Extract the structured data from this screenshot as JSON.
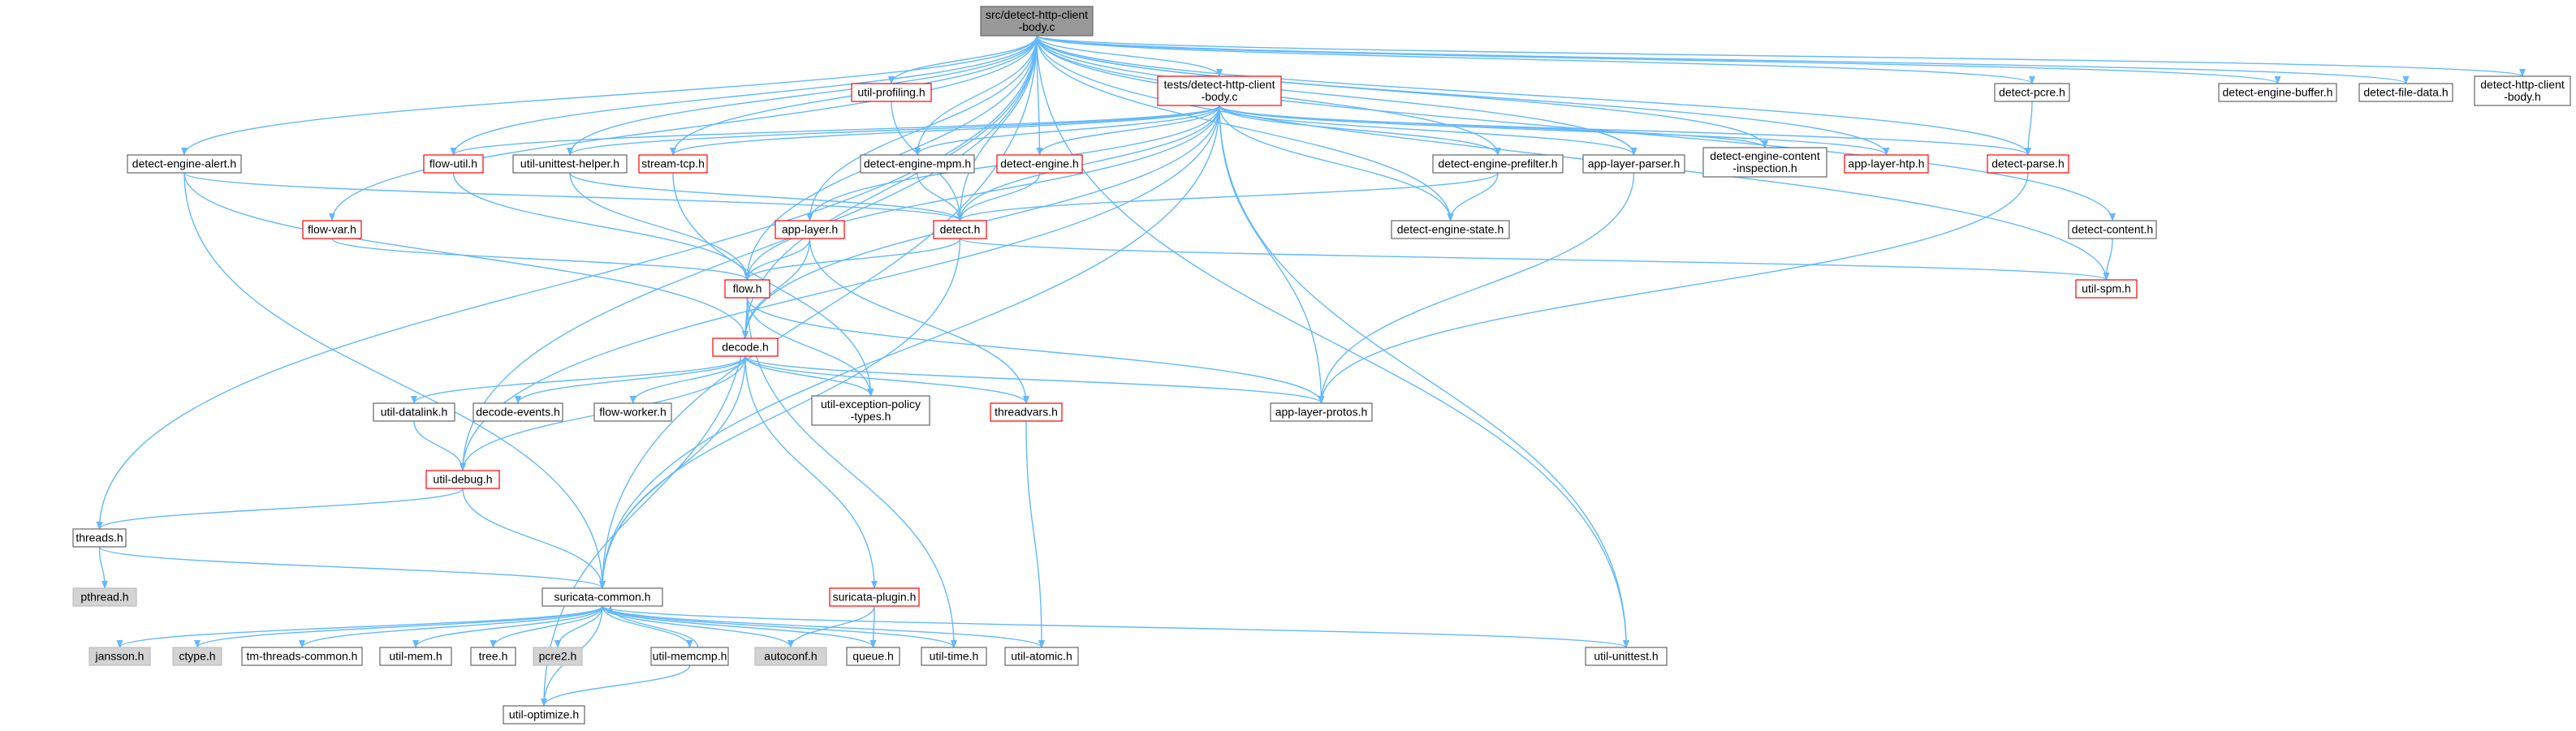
{
  "graph": {
    "nodes": [
      {
        "id": "root",
        "lines": [
          "src/detect-http-client",
          "-body.c"
        ],
        "style": "root"
      },
      {
        "id": "util-profiling",
        "lines": [
          "util-profiling.h"
        ],
        "style": "red"
      },
      {
        "id": "tests-body",
        "lines": [
          "tests/detect-http-client",
          "-body.c"
        ],
        "style": "red"
      },
      {
        "id": "detect-pcre",
        "lines": [
          "detect-pcre.h"
        ],
        "style": "normal"
      },
      {
        "id": "detect-engine-buffer",
        "lines": [
          "detect-engine-buffer.h"
        ],
        "style": "normal"
      },
      {
        "id": "detect-file-data",
        "lines": [
          "detect-file-data.h"
        ],
        "style": "normal"
      },
      {
        "id": "detect-http-client-body-h",
        "lines": [
          "detect-http-client",
          "-body.h"
        ],
        "style": "normal"
      },
      {
        "id": "detect-engine-alert",
        "lines": [
          "detect-engine-alert.h"
        ],
        "style": "normal"
      },
      {
        "id": "flow-util",
        "lines": [
          "flow-util.h"
        ],
        "style": "red"
      },
      {
        "id": "util-unittest-helper",
        "lines": [
          "util-unittest-helper.h"
        ],
        "style": "normal"
      },
      {
        "id": "stream-tcp",
        "lines": [
          "stream-tcp.h"
        ],
        "style": "red"
      },
      {
        "id": "detect-engine-mpm",
        "lines": [
          "detect-engine-mpm.h"
        ],
        "style": "normal"
      },
      {
        "id": "detect-engine",
        "lines": [
          "detect-engine.h"
        ],
        "style": "red"
      },
      {
        "id": "detect-engine-prefilter",
        "lines": [
          "detect-engine-prefilter.h"
        ],
        "style": "normal"
      },
      {
        "id": "app-layer-parser",
        "lines": [
          "app-layer-parser.h"
        ],
        "style": "normal"
      },
      {
        "id": "detect-engine-content-inspection",
        "lines": [
          "detect-engine-content",
          "-inspection.h"
        ],
        "style": "normal"
      },
      {
        "id": "app-layer-htp",
        "lines": [
          "app-layer-htp.h"
        ],
        "style": "red"
      },
      {
        "id": "detect-parse",
        "lines": [
          "detect-parse.h"
        ],
        "style": "red"
      },
      {
        "id": "flow-var",
        "lines": [
          "flow-var.h"
        ],
        "style": "red"
      },
      {
        "id": "app-layer",
        "lines": [
          "app-layer.h"
        ],
        "style": "red"
      },
      {
        "id": "detect",
        "lines": [
          "detect.h"
        ],
        "style": "red"
      },
      {
        "id": "detect-engine-state",
        "lines": [
          "detect-engine-state.h"
        ],
        "style": "normal"
      },
      {
        "id": "detect-content",
        "lines": [
          "detect-content.h"
        ],
        "style": "normal"
      },
      {
        "id": "flow",
        "lines": [
          "flow.h"
        ],
        "style": "red"
      },
      {
        "id": "util-spm",
        "lines": [
          "util-spm.h"
        ],
        "style": "red"
      },
      {
        "id": "decode",
        "lines": [
          "decode.h"
        ],
        "style": "red"
      },
      {
        "id": "util-datalink",
        "lines": [
          "util-datalink.h"
        ],
        "style": "normal"
      },
      {
        "id": "decode-events",
        "lines": [
          "decode-events.h"
        ],
        "style": "normal"
      },
      {
        "id": "flow-worker",
        "lines": [
          "flow-worker.h"
        ],
        "style": "normal"
      },
      {
        "id": "util-exception-policy-types",
        "lines": [
          "util-exception-policy",
          "-types.h"
        ],
        "style": "normal"
      },
      {
        "id": "threadvars",
        "lines": [
          "threadvars.h"
        ],
        "style": "red"
      },
      {
        "id": "app-layer-protos",
        "lines": [
          "app-layer-protos.h"
        ],
        "style": "normal"
      },
      {
        "id": "util-debug",
        "lines": [
          "util-debug.h"
        ],
        "style": "red"
      },
      {
        "id": "threads",
        "lines": [
          "threads.h"
        ],
        "style": "normal"
      },
      {
        "id": "pthread",
        "lines": [
          "pthread.h"
        ],
        "style": "gray"
      },
      {
        "id": "suricata-plugin",
        "lines": [
          "suricata-plugin.h"
        ],
        "style": "red"
      },
      {
        "id": "suricata-common",
        "lines": [
          "suricata-common.h"
        ],
        "style": "normal"
      },
      {
        "id": "jansson",
        "lines": [
          "jansson.h"
        ],
        "style": "gray"
      },
      {
        "id": "ctype",
        "lines": [
          "ctype.h"
        ],
        "style": "gray"
      },
      {
        "id": "tm-threads-common",
        "lines": [
          "tm-threads-common.h"
        ],
        "style": "normal"
      },
      {
        "id": "util-mem",
        "lines": [
          "util-mem.h"
        ],
        "style": "normal"
      },
      {
        "id": "tree",
        "lines": [
          "tree.h"
        ],
        "style": "normal"
      },
      {
        "id": "pcre2",
        "lines": [
          "pcre2.h"
        ],
        "style": "gray"
      },
      {
        "id": "util-memcmp",
        "lines": [
          "util-memcmp.h"
        ],
        "style": "normal"
      },
      {
        "id": "autoconf",
        "lines": [
          "autoconf.h"
        ],
        "style": "gray"
      },
      {
        "id": "queue",
        "lines": [
          "queue.h"
        ],
        "style": "normal"
      },
      {
        "id": "util-time",
        "lines": [
          "util-time.h"
        ],
        "style": "normal"
      },
      {
        "id": "util-atomic",
        "lines": [
          "util-atomic.h"
        ],
        "style": "normal"
      },
      {
        "id": "util-unittest",
        "lines": [
          "util-unittest.h"
        ],
        "style": "normal"
      },
      {
        "id": "util-optimize",
        "lines": [
          "util-optimize.h"
        ],
        "style": "normal"
      }
    ],
    "edges": [
      [
        "root",
        "util-profiling"
      ],
      [
        "root",
        "tests-body"
      ],
      [
        "root",
        "detect-pcre"
      ],
      [
        "root",
        "detect-engine-buffer"
      ],
      [
        "root",
        "detect-file-data"
      ],
      [
        "root",
        "detect-http-client-body-h"
      ],
      [
        "root",
        "detect-engine-alert"
      ],
      [
        "root",
        "flow-util"
      ],
      [
        "root",
        "util-unittest-helper"
      ],
      [
        "root",
        "stream-tcp"
      ],
      [
        "root",
        "detect-engine-mpm"
      ],
      [
        "root",
        "detect-engine"
      ],
      [
        "root",
        "detect-engine-prefilter"
      ],
      [
        "root",
        "app-layer-parser"
      ],
      [
        "root",
        "detect-engine-content-inspection"
      ],
      [
        "root",
        "app-layer-htp"
      ],
      [
        "root",
        "detect-parse"
      ],
      [
        "root",
        "flow-var"
      ],
      [
        "root",
        "app-layer"
      ],
      [
        "root",
        "detect"
      ],
      [
        "root",
        "detect-engine-state"
      ],
      [
        "root",
        "detect-content"
      ],
      [
        "root",
        "flow"
      ],
      [
        "root",
        "util-spm"
      ],
      [
        "root",
        "decode"
      ],
      [
        "root",
        "util-debug"
      ],
      [
        "root",
        "threads"
      ],
      [
        "root",
        "suricata-common"
      ],
      [
        "root",
        "util-unittest"
      ],
      [
        "tests-body",
        "flow-util"
      ],
      [
        "tests-body",
        "util-unittest-helper"
      ],
      [
        "tests-body",
        "stream-tcp"
      ],
      [
        "tests-body",
        "detect-engine-mpm"
      ],
      [
        "tests-body",
        "detect-engine"
      ],
      [
        "tests-body",
        "detect-engine-prefilter"
      ],
      [
        "tests-body",
        "app-layer-parser"
      ],
      [
        "tests-body",
        "detect-engine-content-inspection"
      ],
      [
        "tests-body",
        "app-layer-htp"
      ],
      [
        "tests-body",
        "detect-parse"
      ],
      [
        "tests-body",
        "app-layer"
      ],
      [
        "tests-body",
        "detect"
      ],
      [
        "tests-body",
        "detect-engine-state"
      ],
      [
        "tests-body",
        "flow"
      ],
      [
        "tests-body",
        "decode"
      ],
      [
        "tests-body",
        "app-layer-protos"
      ],
      [
        "tests-body",
        "util-debug"
      ],
      [
        "tests-body",
        "suricata-common"
      ],
      [
        "tests-body",
        "util-unittest"
      ],
      [
        "util-profiling",
        "detect"
      ],
      [
        "detect-pcre",
        "detect-parse"
      ],
      [
        "detect-engine-alert",
        "detect"
      ],
      [
        "detect-engine-alert",
        "decode"
      ],
      [
        "detect-engine-alert",
        "suricata-common"
      ],
      [
        "flow-util",
        "flow"
      ],
      [
        "util-unittest-helper",
        "flow"
      ],
      [
        "util-unittest-helper",
        "detect"
      ],
      [
        "stream-tcp",
        "util-exception-policy-types"
      ],
      [
        "detect-engine-mpm",
        "detect"
      ],
      [
        "detect-engine",
        "detect"
      ],
      [
        "detect-engine-prefilter",
        "detect"
      ],
      [
        "detect-engine-prefilter",
        "detect-engine-state"
      ],
      [
        "app-layer-parser",
        "app-layer-protos"
      ],
      [
        "detect-parse",
        "app-layer-protos"
      ],
      [
        "flow-var",
        "flow"
      ],
      [
        "app-layer",
        "flow"
      ],
      [
        "app-layer",
        "decode"
      ],
      [
        "app-layer",
        "threadvars"
      ],
      [
        "detect",
        "flow"
      ],
      [
        "detect",
        "util-spm"
      ],
      [
        "detect",
        "suricata-common"
      ],
      [
        "detect-content",
        "util-spm"
      ],
      [
        "flow",
        "decode"
      ],
      [
        "flow",
        "util-exception-policy-types"
      ],
      [
        "flow",
        "app-layer-protos"
      ],
      [
        "flow",
        "util-time"
      ],
      [
        "flow",
        "util-optimize"
      ],
      [
        "decode",
        "util-datalink"
      ],
      [
        "decode",
        "decode-events"
      ],
      [
        "decode",
        "flow-worker"
      ],
      [
        "decode",
        "util-exception-policy-types"
      ],
      [
        "decode",
        "threadvars"
      ],
      [
        "decode",
        "app-layer-protos"
      ],
      [
        "decode",
        "util-debug"
      ],
      [
        "decode",
        "suricata-plugin"
      ],
      [
        "decode",
        "suricata-common"
      ],
      [
        "util-datalink",
        "util-debug"
      ],
      [
        "threadvars",
        "util-atomic"
      ],
      [
        "util-debug",
        "threads"
      ],
      [
        "util-debug",
        "suricata-common"
      ],
      [
        "threads",
        "pthread"
      ],
      [
        "threads",
        "suricata-common"
      ],
      [
        "suricata-plugin",
        "autoconf"
      ],
      [
        "suricata-plugin",
        "queue"
      ],
      [
        "suricata-common",
        "jansson"
      ],
      [
        "suricata-common",
        "ctype"
      ],
      [
        "suricata-common",
        "tm-threads-common"
      ],
      [
        "suricata-common",
        "util-mem"
      ],
      [
        "suricata-common",
        "tree"
      ],
      [
        "suricata-common",
        "pcre2"
      ],
      [
        "suricata-common",
        "util-memcmp"
      ],
      [
        "suricata-common",
        "autoconf"
      ],
      [
        "suricata-common",
        "queue"
      ],
      [
        "suricata-common",
        "util-time"
      ],
      [
        "suricata-common",
        "util-atomic"
      ],
      [
        "suricata-common",
        "util-unittest"
      ],
      [
        "suricata-common",
        "util-optimize"
      ],
      [
        "util-memcmp",
        "suricata-common"
      ],
      [
        "util-memcmp",
        "util-optimize"
      ]
    ]
  }
}
